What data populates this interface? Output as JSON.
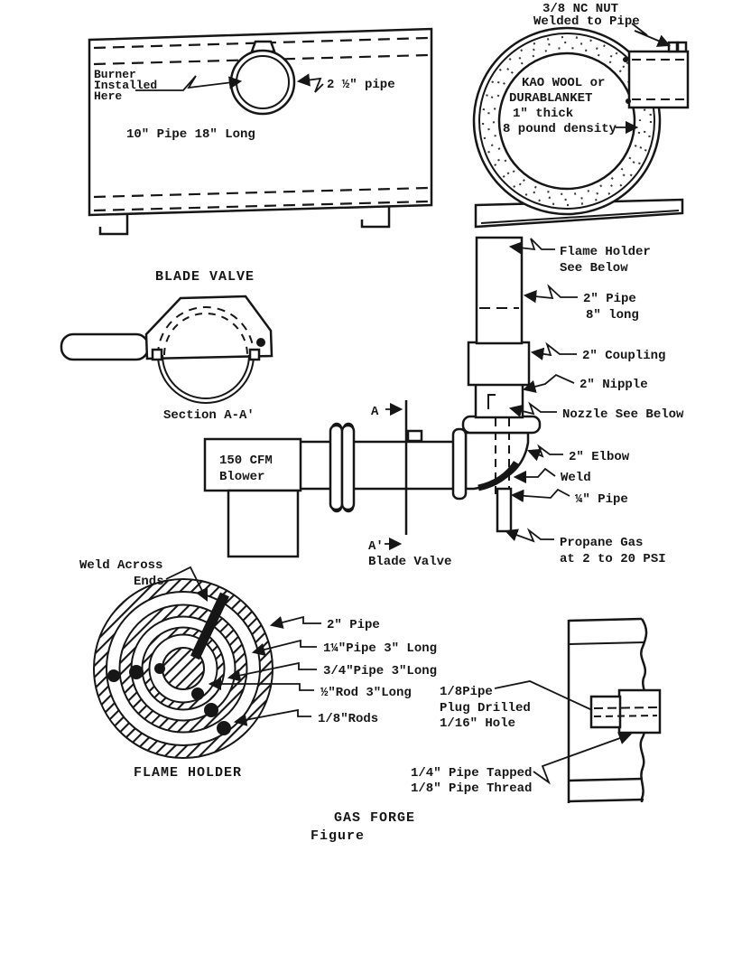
{
  "caption": {
    "title": "GAS FORGE",
    "subtitle": "Figure"
  },
  "colors": {
    "ink": "#161616",
    "paper": "#ffffff"
  },
  "side_view": {
    "burner_note": {
      "l1": "Burner",
      "l2": "Installed",
      "l3": "Here"
    },
    "pipe_size": "2 ½\" pipe",
    "body_size": "10\" Pipe  18\" Long"
  },
  "end_view": {
    "nut_note": {
      "l1": "3/8 NC NUT",
      "l2": "Welded to Pipe"
    },
    "insulation": {
      "l1": "KAO WOOL or",
      "l2": "DURABLANKET",
      "l3": "1\" thick",
      "l4": "8 pound density"
    }
  },
  "blade_valve": {
    "title": "BLADE VALVE",
    "section": "Section A-A'"
  },
  "assembly": {
    "flame_holder_ref": {
      "l1": "Flame Holder",
      "l2": "See Below"
    },
    "pipe2": {
      "l1": "2\" Pipe",
      "l2": "8\" long"
    },
    "coupling": "2\" Coupling",
    "nipple": "2\" Nipple",
    "nozzle_ref": "Nozzle See Below",
    "elbow": "2\" Elbow",
    "weld": "Weld",
    "quarter_pipe": "¼\" Pipe",
    "propane": {
      "l1": "Propane Gas",
      "l2": "at 2 to 20 PSI"
    },
    "blower": {
      "l1": "150 CFM",
      "l2": "Blower"
    },
    "section_a": "A",
    "section_a_prime": "A'",
    "blade_valve_label": "Blade Valve"
  },
  "flame_holder": {
    "weld_note": {
      "l1": "Weld Across",
      "l2": "Ends"
    },
    "pipe2": "2\" Pipe",
    "pipe125": "1¼\"Pipe 3\" Long",
    "pipe075": "3/4\"Pipe 3\"Long",
    "rod05": "½\"Rod 3\"Long",
    "rods018": "1/8″Rods",
    "title": "FLAME HOLDER"
  },
  "nozzle_detail": {
    "plug_note": {
      "l1": "1/8Pipe",
      "l2": "Plug Drilled",
      "l3": "1/16\" Hole"
    },
    "tap_note": {
      "l1": "1/4\" Pipe Tapped",
      "l2": "1/8\" Pipe Thread"
    }
  }
}
